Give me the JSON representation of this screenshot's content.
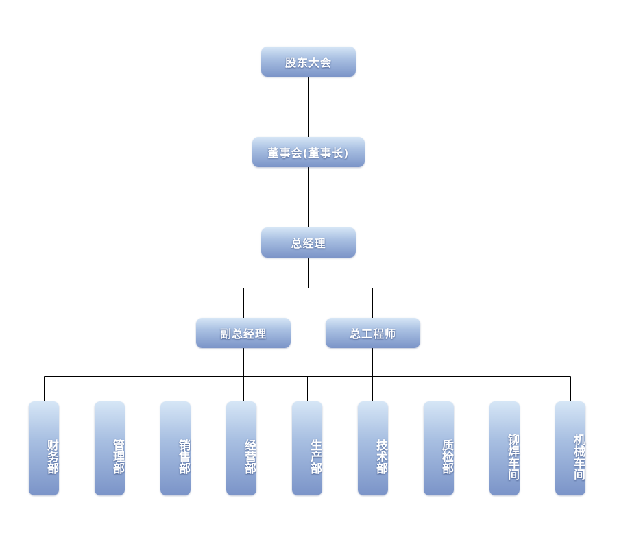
{
  "org_chart": {
    "shareholders": "股东大会",
    "board": "董事会(董事长)",
    "general_manager": "总经理",
    "deputy_general_manager": "副总经理",
    "chief_engineer": "总工程师",
    "departments": [
      "财务部",
      "管理部",
      "销售部",
      "经营部",
      "生产部",
      "技术部",
      "质检部",
      "铆焊车间",
      "机械车间"
    ]
  },
  "colors": {
    "box_top": "#d6e6f6",
    "box_bottom": "#7b94c8",
    "line": "#000000",
    "text": "#ffffff"
  }
}
